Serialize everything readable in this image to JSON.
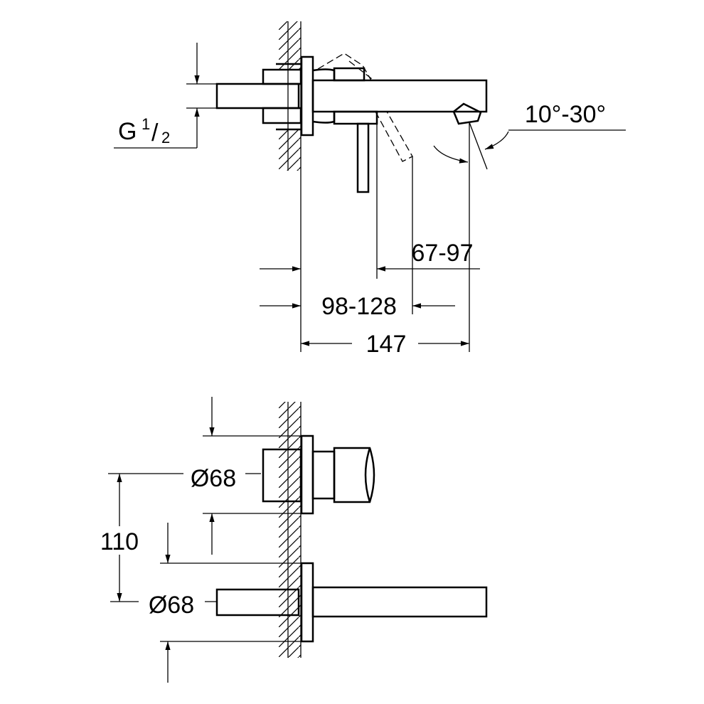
{
  "top_view": {
    "thread_label": "G",
    "thread_num": "1",
    "thread_den": "2",
    "angle_label": "10°-30°",
    "dim_reach_lever": "67-97",
    "dim_reach_spout": "98-128",
    "dim_total": "147"
  },
  "front_view": {
    "diameter_top": "Ø68",
    "spacing": "110",
    "diameter_bottom": "Ø68"
  }
}
